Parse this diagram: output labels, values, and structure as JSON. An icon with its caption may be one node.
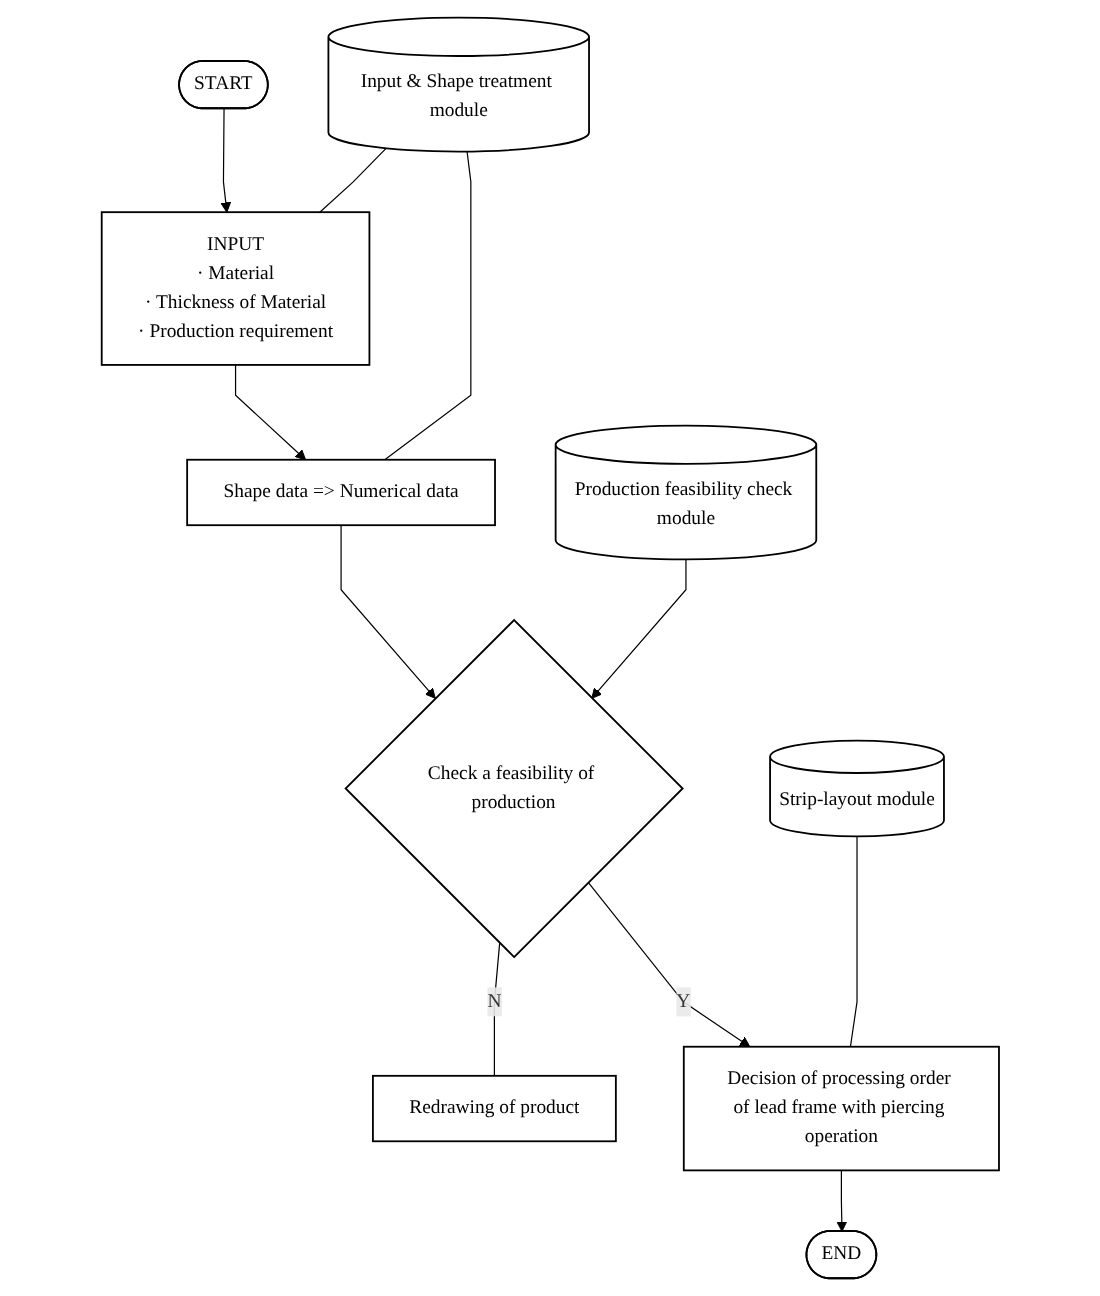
{
  "diagram": {
    "nodes": [
      {
        "text": [
          "START"
        ]
      },
      {
        "text": [
          "INPUT",
          "· Material",
          "· Thickness of Material",
          "· Production requirement"
        ]
      },
      {
        "text": [
          "Input & Shape treatment module"
        ]
      },
      {
        "text": [
          "Shape data => Numerical data"
        ]
      },
      {
        "text": [
          "Redrawing of product"
        ]
      },
      {
        "text": [
          "Check a feasibility of production"
        ]
      },
      {
        "text": [
          "Production feasibility check module"
        ]
      },
      {
        "text": [
          "Decision of processing order of lead frame with piercing operation"
        ]
      },
      {
        "text": [
          "Strip-layout module"
        ]
      },
      {
        "text": [
          "END"
        ]
      }
    ],
    "edges": [
      {
        "from": 0,
        "to": 1,
        "arrow": "to"
      },
      {
        "from": 2,
        "to": 1,
        "arrow": "none"
      },
      {
        "from": 1,
        "to": 3,
        "arrow": "to"
      },
      {
        "from": 2,
        "to": 3,
        "arrow": "none"
      },
      {
        "from": 3,
        "to": 5,
        "arrow": "to"
      },
      {
        "from": 5,
        "to": 4,
        "label": "N",
        "arrow": "none"
      },
      {
        "from": 6,
        "to": 5,
        "arrow": "to"
      },
      {
        "from": 5,
        "to": 7,
        "label": "Y",
        "arrow": "to"
      },
      {
        "from": 8,
        "to": 7,
        "arrow": "none"
      },
      {
        "from": 7,
        "to": 9,
        "arrow": "to"
      }
    ]
  }
}
